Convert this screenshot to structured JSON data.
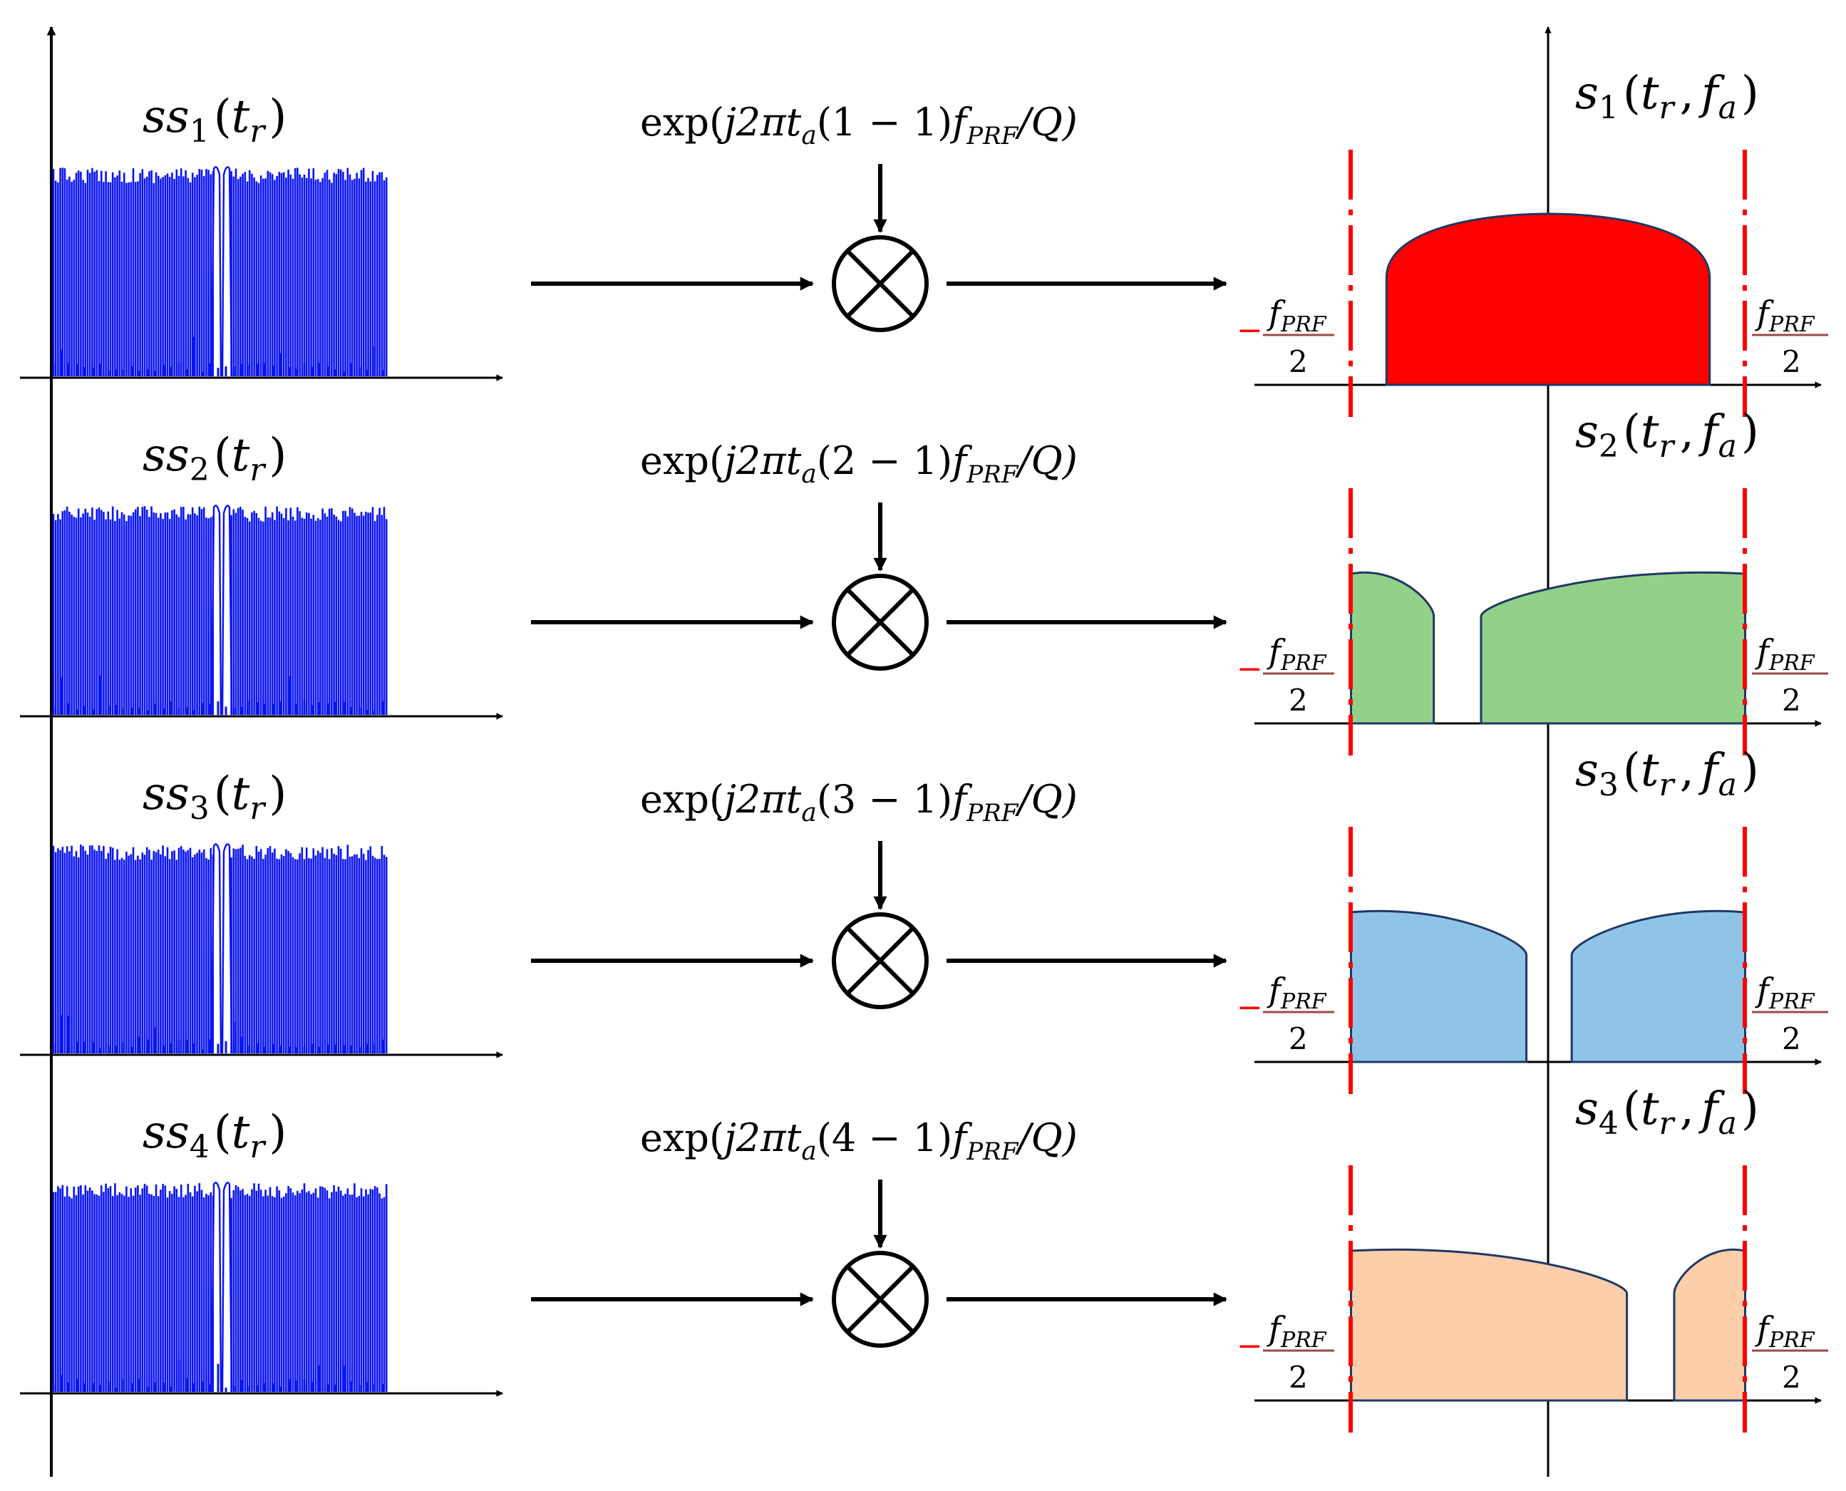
{
  "rows": [
    {
      "input": {
        "base": "ss",
        "sub": "1",
        "arg": "t",
        "arg_sub": "r"
      },
      "phase": {
        "func": "exp",
        "pre": "j2πt",
        "pre_sub": "a",
        "mid": "(1 − 1)",
        "f": "f",
        "f_sub": "PRF",
        "post": "/Q)"
      },
      "output": {
        "base": "s",
        "sub": "1",
        "arg1": "t",
        "arg1_sub": "r",
        "arg2": "f",
        "arg2_sub": "a"
      },
      "fill_color": "#ff0000",
      "spectrum_segments": [
        {
          "from": -0.82,
          "to": 0.82,
          "peak": 1.0,
          "edge": 0.55
        }
      ]
    },
    {
      "input": {
        "base": "ss",
        "sub": "2",
        "arg": "t",
        "arg_sub": "r"
      },
      "phase": {
        "func": "exp",
        "pre": "j2πt",
        "pre_sub": "a",
        "mid": "(2 − 1)",
        "f": "f",
        "f_sub": "PRF",
        "post": "/Q)"
      },
      "output": {
        "base": "s",
        "sub": "2",
        "arg1": "t",
        "arg1_sub": "r",
        "arg2": "f",
        "arg2_sub": "a"
      },
      "fill_color": "#93d18a",
      "spectrum_segments": [
        {
          "from": -1.0,
          "to": -0.58,
          "shape": "right-shoulder"
        },
        {
          "from": -0.34,
          "to": 1.0,
          "shape": "left-shoulder"
        }
      ]
    },
    {
      "input": {
        "base": "ss",
        "sub": "3",
        "arg": "t",
        "arg_sub": "r"
      },
      "phase": {
        "func": "exp",
        "pre": "j2πt",
        "pre_sub": "a",
        "mid": "(3 − 1)",
        "f": "f",
        "f_sub": "PRF",
        "post": "/Q)"
      },
      "output": {
        "base": "s",
        "sub": "3",
        "arg1": "t",
        "arg1_sub": "r",
        "arg2": "f",
        "arg2_sub": "a"
      },
      "fill_color": "#8fc4e8",
      "spectrum_segments": [
        {
          "from": -1.0,
          "to": -0.11,
          "shape": "right-shoulder"
        },
        {
          "from": 0.12,
          "to": 1.0,
          "shape": "left-shoulder"
        }
      ]
    },
    {
      "input": {
        "base": "ss",
        "sub": "4",
        "arg": "t",
        "arg_sub": "r"
      },
      "phase": {
        "func": "exp",
        "pre": "j2πt",
        "pre_sub": "a",
        "mid": "(4 − 1)",
        "f": "f",
        "f_sub": "PRF",
        "post": "/Q)"
      },
      "output": {
        "base": "s",
        "sub": "4",
        "arg1": "t",
        "arg1_sub": "r",
        "arg2": "f",
        "arg2_sub": "a"
      },
      "fill_color": "#fcceaa",
      "spectrum_segments": [
        {
          "from": -1.0,
          "to": 0.4,
          "shape": "right-shoulder"
        },
        {
          "from": 0.64,
          "to": 1.0,
          "shape": "left-shoulder"
        }
      ]
    }
  ],
  "band_limit": {
    "neg_sign": "−",
    "f": "f",
    "f_sub": "PRF",
    "denominator": "2",
    "line_color": "#ff0000"
  },
  "colors": {
    "signal": "#0a14f0",
    "axis": "#000000",
    "fraction_bar": "#9b4a4a"
  },
  "icons": {
    "mixer": "multiplier-circle-icon"
  }
}
